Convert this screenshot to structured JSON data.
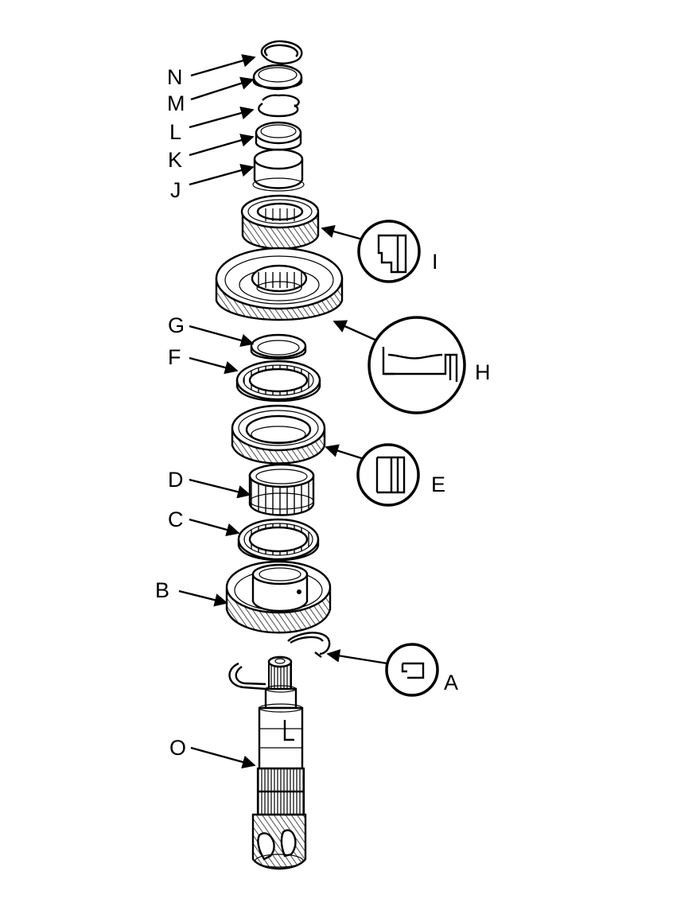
{
  "labels": {
    "N": "N",
    "M": "M",
    "L": "L",
    "K": "K",
    "J": "J",
    "I": "I",
    "G": "G",
    "H": "H",
    "F": "F",
    "E": "E",
    "D": "D",
    "C": "C",
    "B": "B",
    "A": "A",
    "O": "O"
  },
  "colors": {
    "ink": "#000000",
    "paper": "#ffffff"
  }
}
